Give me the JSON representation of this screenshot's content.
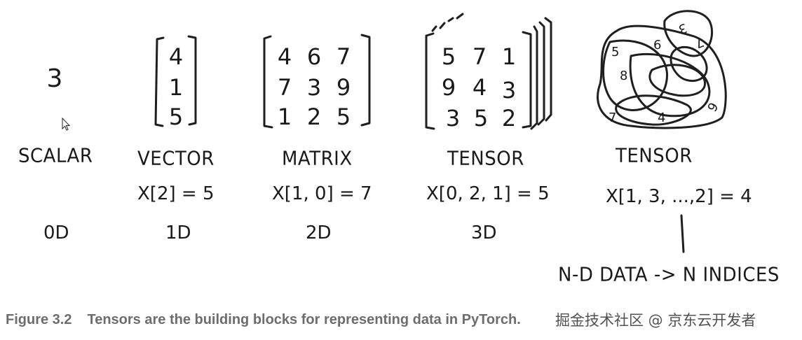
{
  "scalar": {
    "value": "3",
    "label": "SCALAR",
    "dim": "0D"
  },
  "vector": {
    "values": [
      "4",
      "1",
      "5"
    ],
    "label": "VECTOR",
    "index": "X[2] = 5",
    "dim": "1D"
  },
  "matrix": {
    "rows": [
      [
        "4",
        "6",
        "7"
      ],
      [
        "7",
        "3",
        "9"
      ],
      [
        "1",
        "2",
        "5"
      ]
    ],
    "label": "MATRIX",
    "index": "X[1, 0] = 7",
    "dim": "2D"
  },
  "tensor3d": {
    "rows": [
      [
        "5",
        "7",
        "1"
      ],
      [
        "9",
        "4",
        "3"
      ],
      [
        "3",
        "5",
        "2"
      ]
    ],
    "label": "TENSOR",
    "index": "X[0, 2, 1] = 5",
    "dim": "3D"
  },
  "tensorNd": {
    "numbers": [
      "5",
      "6",
      "3",
      "7",
      "8",
      "7",
      "4",
      "6"
    ],
    "label": "TENSOR",
    "index": "X[1, 3, ...,2] = 4",
    "note": "N-D DATA -> N INDICES"
  },
  "caption": {
    "figure": "Figure 3.2",
    "text": "Tensors are the building blocks for representing data in PyTorch."
  },
  "watermark": "掘金技术社区 @ 京东云开发者"
}
